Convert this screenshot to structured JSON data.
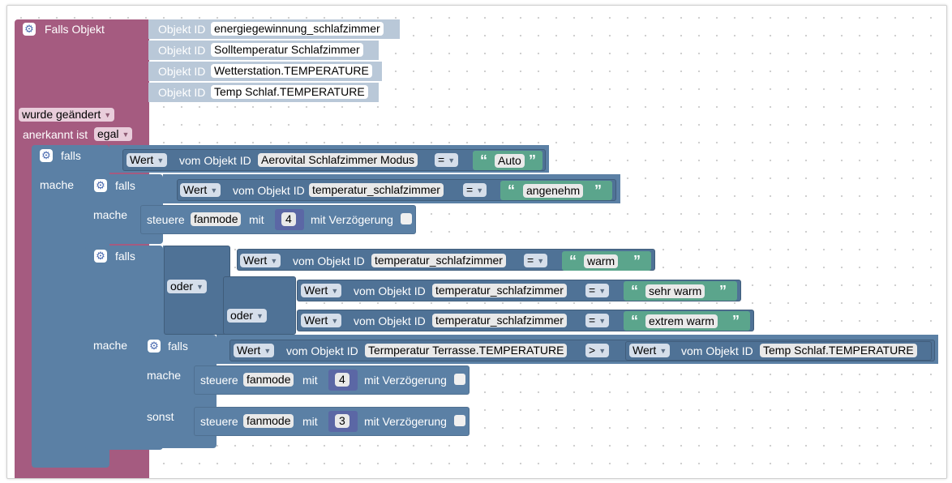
{
  "trigger": {
    "header": "Falls Objekt",
    "object_id_label": "Objekt ID",
    "objects": [
      "energiegewinnung_schlafzimmer",
      "Solltemperatur Schlafzimmer",
      "Wetterstation.TEMPERATURE",
      "Temp Schlaf.TEMPERATURE"
    ],
    "change_mode": "wurde geändert",
    "ack_label": "anerkannt ist",
    "ack_value": "egal"
  },
  "labels": {
    "falls": "falls",
    "mache": "mache",
    "sonst": "sonst",
    "oder": "oder",
    "wert": "Wert",
    "vom_objekt_id": "vom Objekt ID",
    "steuere": "steuere",
    "mit": "mit",
    "mit_verzoegerung": "mit Verzögerung",
    "equals": "=",
    "greater": ">"
  },
  "if1": {
    "object": "Aerovital Schlafzimmer Modus",
    "compare_value": "Auto"
  },
  "if2": {
    "object": "temperatur_schlafzimmer",
    "compare_value": "angenehm",
    "control_target": "fanmode",
    "control_value": "4"
  },
  "if3": {
    "cond_a_object": "temperatur_schlafzimmer",
    "cond_a_value": "warm",
    "cond_b_object": "temperatur_schlafzimmer",
    "cond_b_value": "sehr warm",
    "cond_c_object": "temperatur_schlafzimmer",
    "cond_c_value": "extrem warm"
  },
  "if4": {
    "left_object": "Termperatur Terrasse.TEMPERATURE",
    "right_object": "Temp Schlaf.TEMPERATURE",
    "then_target": "fanmode",
    "then_value": "4",
    "else_target": "fanmode",
    "else_value": "3"
  },
  "colors": {
    "trigger": "#a55b80",
    "logic": "#5b80a5",
    "string": "#5ba58c",
    "number": "#5b67a5",
    "object_id": "#b9c8d8"
  }
}
